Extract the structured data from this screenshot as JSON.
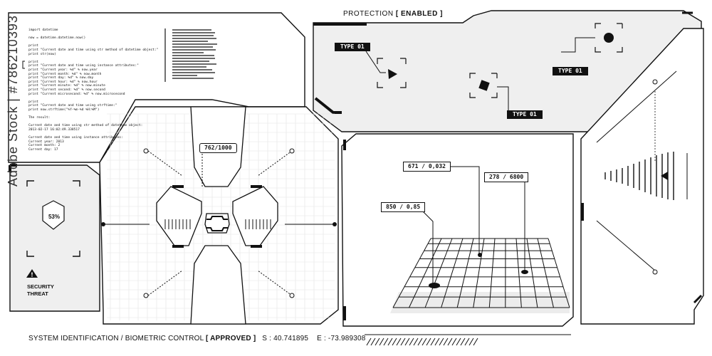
{
  "header": {
    "protection_label": "PROTECTION",
    "protection_state": "[ ENABLED ]"
  },
  "code_panel": {
    "lines": [
      "import datetime",
      "",
      "now = datetime.datetime.now()",
      "",
      "print",
      "print \"Current date and time using str method of datetime object:\"",
      "print str(now)",
      "",
      "print",
      "print \"Current date and time using instance attributes:\"",
      "print \"Current year: %d\" % now.year",
      "print \"Current month: %d\" % now.month",
      "print \"Current day: %d\" % now.day",
      "print \"Current hour: %d\" % now.hour",
      "print \"Current minute: %d\" % now.minute",
      "print \"Current second: %d\" % now.second",
      "print \"Current microsecond: %d\" % now.microsecond",
      "",
      "print",
      "print \"Current date and time using strftime:\"",
      "print now.strftime(\"%Y-%m-%d %H:%M\")",
      "",
      "The result:",
      "",
      "Current date and time using str method of datetime object:",
      "2013-02-17 16:02:49.338517",
      "",
      "Current date and time using instance attributes:",
      "Current year: 2013",
      "Current month: 2",
      "Current day: 17"
    ]
  },
  "targets": {
    "type_tag_1": "TYPE 01",
    "type_tag_2": "TYPE 01",
    "type_tag_3": "TYPE 01"
  },
  "shield_panel": {
    "percent": "53%",
    "threat_line1": "SECURITY",
    "threat_line2": "THREAT"
  },
  "center_panel": {
    "counter": "762/1000"
  },
  "grid_panel": {
    "label_1": "671 / 0,032",
    "label_2": "278 / 6800",
    "label_3": "850 / 0,85"
  },
  "footer": {
    "system_label": "SYSTEM IDENTIFICATION / BIOMETRIC CONTROL",
    "approved": "[ APPROVED ]",
    "south": "S : 40.741895",
    "east": "E : -73.989308"
  },
  "watermark": {
    "text": "Adobe Stock | #786210393"
  },
  "colors": {
    "stroke": "#111111",
    "panel_fill": "#efefef",
    "background": "#ffffff"
  }
}
